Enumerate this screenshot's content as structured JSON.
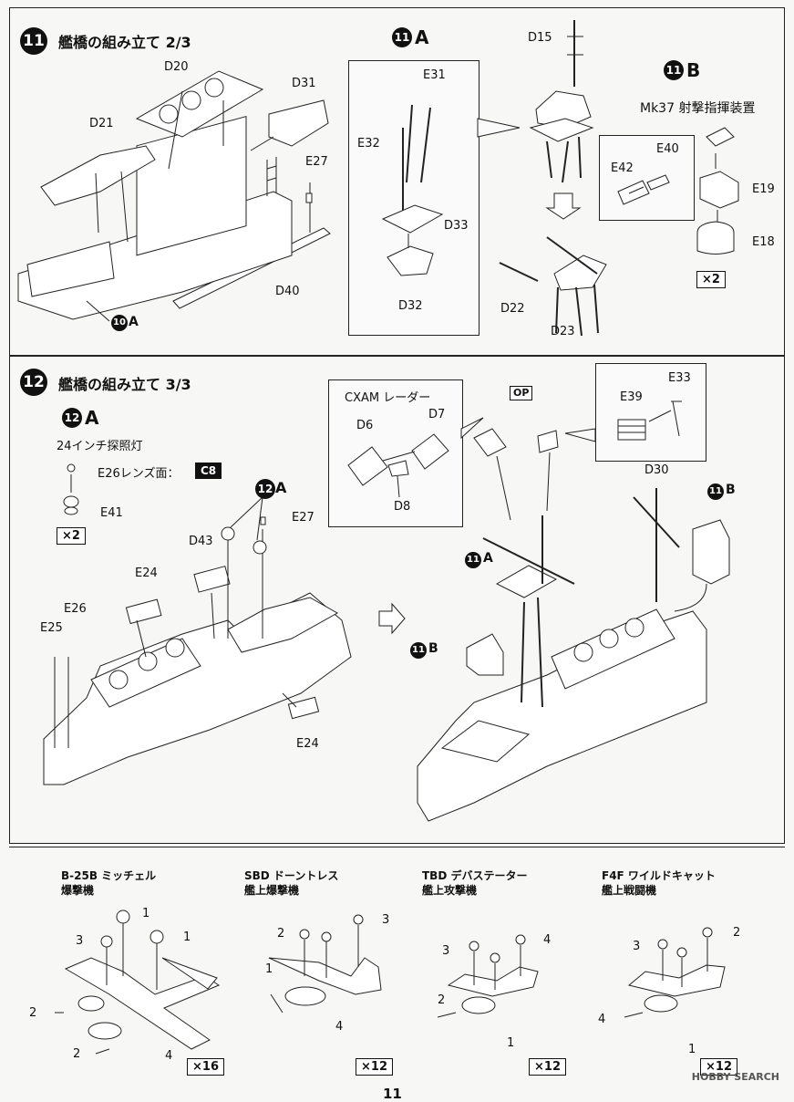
{
  "step11": {
    "number": "11",
    "title": "艦橋の組み立て 2/3",
    "sub_a": {
      "number": "11",
      "letter": "A"
    },
    "sub_b": {
      "number": "11",
      "letter": "B",
      "caption": "Mk37 射撃指揮装置",
      "quantity": "×2"
    },
    "parts": {
      "d20": "D20",
      "d21": "D21",
      "d31": "D31",
      "e27": "E27",
      "d40": "D40",
      "e31": "E31",
      "e32": "E32",
      "d33": "D33",
      "d32": "D32",
      "d15": "D15",
      "d22": "D22",
      "d23": "D23",
      "e40": "E40",
      "e42": "E42",
      "e19": "E19",
      "e18": "E18"
    },
    "ref_10a": {
      "number": "10",
      "letter": "A"
    }
  },
  "step12": {
    "number": "12",
    "title": "艦橋の組み立て 3/3",
    "sub_a": {
      "number": "12",
      "letter": "A",
      "caption": "24インチ探照灯",
      "quantity": "×2"
    },
    "e26_lens": "E26レンズ面：",
    "color_code": "C8",
    "radar_caption": "CXAM レーダー",
    "op_label": "OP",
    "parts": {
      "e41": "E41",
      "e27": "E27",
      "d43": "D43",
      "e24a": "E24",
      "e24b": "E24",
      "e26": "E26",
      "e25": "E25",
      "d6": "D6",
      "d7": "D7",
      "d8": "D8",
      "e33": "E33",
      "e39": "E39",
      "d30": "D30"
    },
    "ref_12a": {
      "number": "12",
      "letter": "A"
    },
    "ref_11a": {
      "number": "11",
      "letter": "A"
    },
    "ref_11b_left": {
      "number": "11",
      "letter": "B"
    },
    "ref_11b_right": {
      "number": "11",
      "letter": "B"
    }
  },
  "aircraft": [
    {
      "name_line1": "B-25B ミッチェル",
      "name_line2": "爆撃機",
      "quantity": "×16",
      "labels": [
        "1",
        "3",
        "1",
        "2",
        "2",
        "4"
      ]
    },
    {
      "name_line1": "SBD ドーントレス",
      "name_line2": "艦上爆撃機",
      "quantity": "×12",
      "labels": [
        "2",
        "3",
        "1",
        "4"
      ]
    },
    {
      "name_line1": "TBD デバステーター",
      "name_line2": "艦上攻撃機",
      "quantity": "×12",
      "labels": [
        "3",
        "4",
        "2",
        "1"
      ]
    },
    {
      "name_line1": "F4F ワイルドキャット",
      "name_line2": "艦上戦闘機",
      "quantity": "×12",
      "labels": [
        "2",
        "3",
        "4",
        "1"
      ]
    }
  ],
  "page_number": "11",
  "watermark": "HOBBY SEARCH"
}
